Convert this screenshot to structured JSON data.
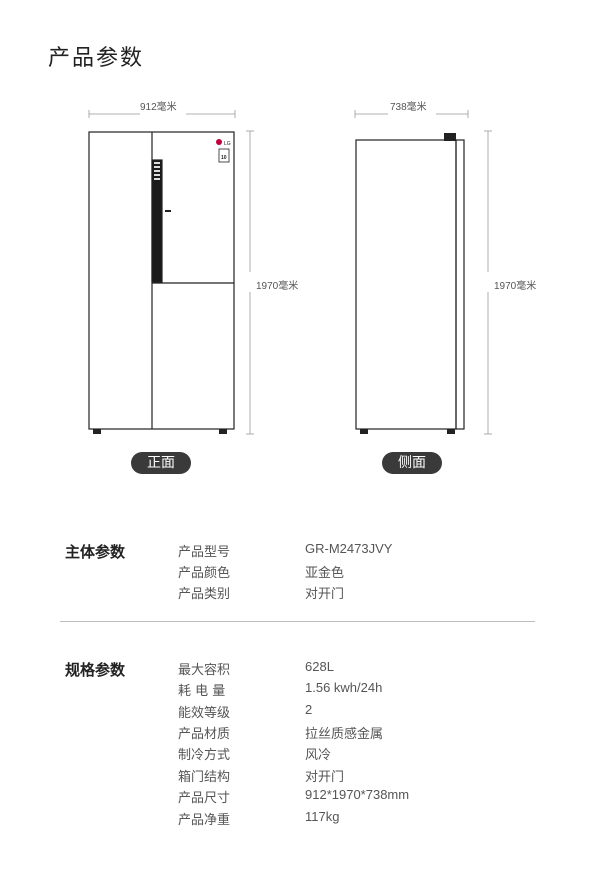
{
  "page_title": "产品参数",
  "front_view": {
    "width_label": "912毫米",
    "height_label": "1970毫米",
    "badge": "正面",
    "brand_logo_text": "LG"
  },
  "side_view": {
    "depth_label": "738毫米",
    "height_label": "1970毫米",
    "badge": "侧面"
  },
  "main_params": {
    "section_label": "主体参数",
    "rows": [
      {
        "key": "产品型号",
        "value": "GR-M2473JVY"
      },
      {
        "key": "产品颜色",
        "value": "亚金色"
      },
      {
        "key": "产品类别",
        "value": "对开门"
      }
    ]
  },
  "spec_params": {
    "section_label": "规格参数",
    "rows": [
      {
        "key": "最大容积",
        "value": "628L"
      },
      {
        "key": "耗 电 量",
        "value": "1.56 kwh/24h"
      },
      {
        "key": "能效等级",
        "value": "2"
      },
      {
        "key": "产品材质",
        "value": "拉丝质感金属"
      },
      {
        "key": "制冷方式",
        "value": "风冷"
      },
      {
        "key": "箱门结构",
        "value": "对开门"
      },
      {
        "key": "产品尺寸",
        "value": "912*1970*738mm"
      },
      {
        "key": "产品净重",
        "value": "117kg"
      }
    ]
  }
}
